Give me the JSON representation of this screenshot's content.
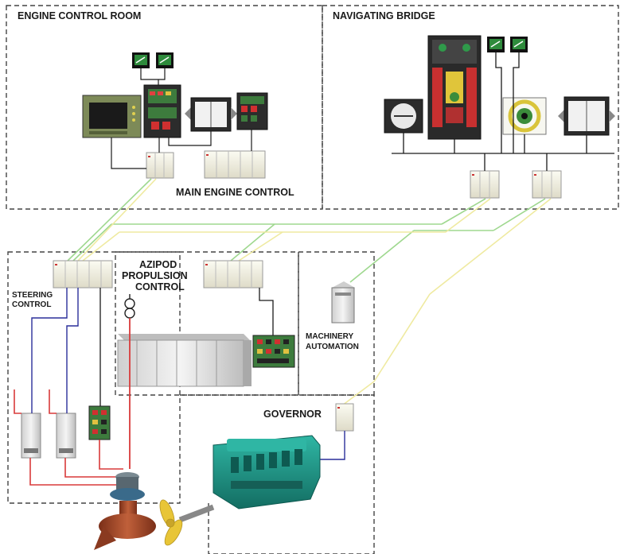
{
  "zones": {
    "engine_control_room": "ENGINE CONTROL ROOM",
    "navigating_bridge": "NAVIGATING BRIDGE",
    "main_engine_control": "MAIN ENGINE CONTROL",
    "azipod_line1": "AZIPOD",
    "azipod_line2": "PROPULSION",
    "azipod_line3": "CONTROL",
    "steering_line1": "STEERING",
    "steering_line2": "CONTROL",
    "machinery_line1": "MACHINERY",
    "machinery_line2": "AUTOMATION",
    "governor": "GOVERNOR"
  },
  "colors": {
    "zone_border": "#444444",
    "network_green": "#9fd88f",
    "network_yellow": "#efeaa0",
    "signal_blue": "#2a2f9a",
    "power_red": "#d93a3a",
    "control_black": "#1a1a1a",
    "engine_teal": "#1e9a8c",
    "propeller_yellow": "#e8c537",
    "azipod_brown": "#a24a2a"
  },
  "icons": [
    "indicator-gauge-icon",
    "lcd-monitor-icon",
    "control-panel-icon",
    "io-module-icon",
    "propulsion-display-icon",
    "engine-icon",
    "propeller-icon",
    "azipod-unit-icon",
    "cabinet-icon",
    "switchboard-icon",
    "transformer-icon"
  ]
}
